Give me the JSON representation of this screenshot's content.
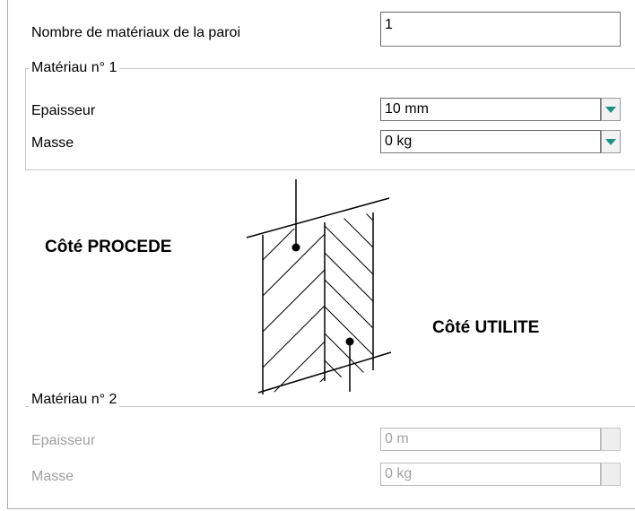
{
  "form": {
    "num_materials_label": "Nombre de matériaux de la paroi",
    "num_materials_value": "1"
  },
  "material1": {
    "title": "Matériau n° 1",
    "thickness_label": "Epaisseur",
    "thickness_value": "10 mm",
    "mass_label": "Masse",
    "mass_value": "0 kg"
  },
  "diagram": {
    "left_label": "Côté PROCEDE",
    "right_label": "Côté UTILITE"
  },
  "material2": {
    "title": "Matériau n° 2",
    "thickness_label": "Epaisseur",
    "thickness_value": "0 m",
    "mass_label": "Masse",
    "mass_value": "0 kg"
  },
  "colors": {
    "dropdown_arrow": "#1c8f86",
    "disabled_text": "#a0a0a0"
  }
}
